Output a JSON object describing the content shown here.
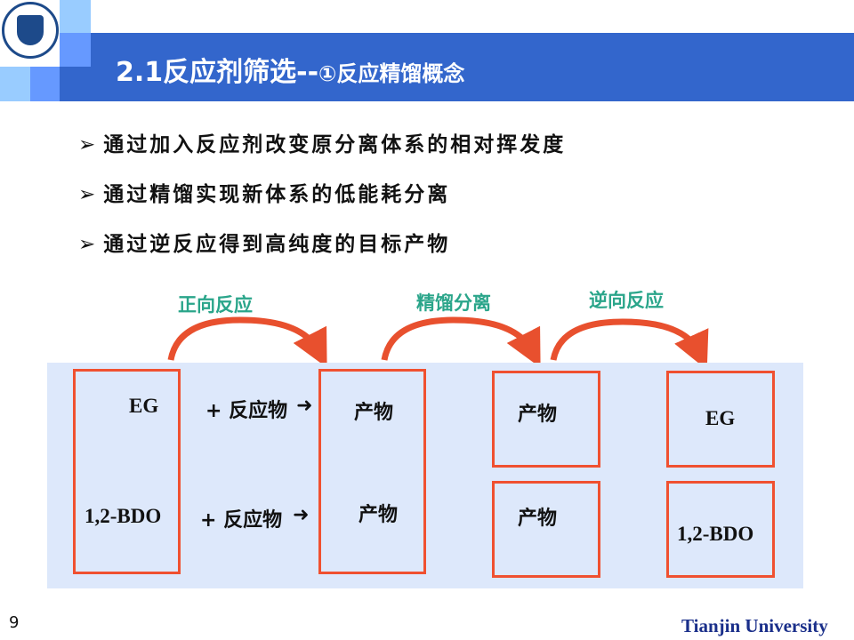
{
  "header": {
    "title_main": "2.1反应剂筛选--",
    "title_sub": "①反应精馏概念"
  },
  "bullets": [
    "通过加入反应剂改变原分离体系的相对挥发度",
    "通过精馏实现新体系的低能耗分离",
    "通过逆反应得到高纯度的目标产物"
  ],
  "bullet_marker": "➢",
  "diagram": {
    "steps": [
      "正向反应",
      "精馏分离",
      "逆向反应"
    ],
    "feed": [
      "EG",
      "1,2-BDO"
    ],
    "plus": [
      "+ 反应物",
      "+ 反应物"
    ],
    "arrow": "➜",
    "reactor_products": [
      "产物",
      "产物"
    ],
    "separated_products": [
      "产物",
      "产物"
    ],
    "final": [
      "EG",
      "1,2-BDO"
    ]
  },
  "footer": {
    "page": "9",
    "university": "Tianjin University"
  },
  "colors": {
    "banner": "#3366cc",
    "box": "#f05030",
    "diagram_bg": "#dde8fb",
    "step_label": "#2aa58a"
  }
}
